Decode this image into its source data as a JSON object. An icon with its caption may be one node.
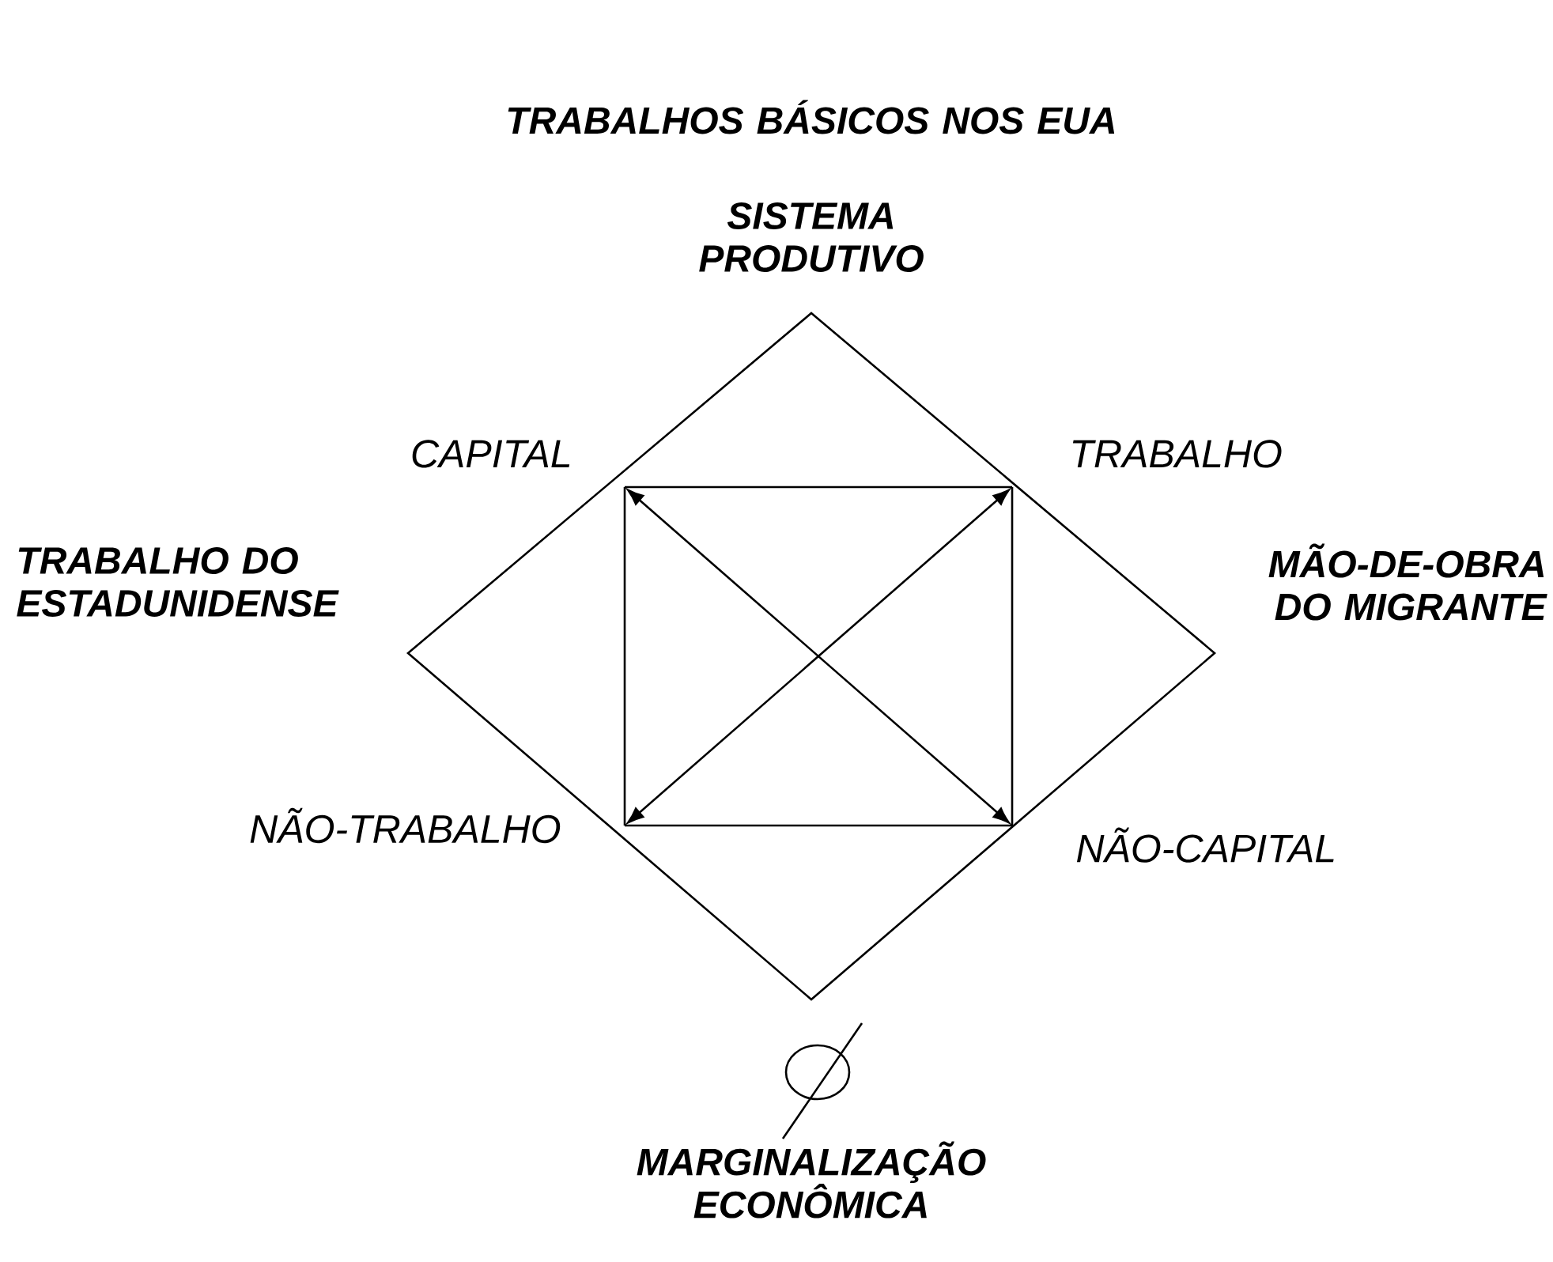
{
  "diagram": {
    "title": "TRABALHOS BÁSICOS NOS EUA",
    "nodes": [
      {
        "text": [
          "CAPITAL"
        ]
      },
      {
        "text": [
          "TRABALHO"
        ]
      },
      {
        "text": [
          "NÃO-TRABALHO"
        ]
      },
      {
        "text": [
          "NÃO-CAPITAL"
        ]
      }
    ],
    "edges": [
      {
        "from": 0,
        "to": 1,
        "arrow": "none"
      },
      {
        "from": 0,
        "to": 2,
        "arrow": "none"
      },
      {
        "from": 1,
        "to": 3,
        "arrow": "none"
      },
      {
        "from": 2,
        "to": 3,
        "arrow": "none"
      },
      {
        "from": 0,
        "to": 3,
        "arrow": "both"
      },
      {
        "from": 2,
        "to": 1,
        "arrow": "both"
      }
    ],
    "labels": [
      "SISTEMA PRODUTIVO",
      "TRABALHO DO ESTADUNIDENSE",
      "MÃO-DE-OBRA DO MIGRANTE",
      "MARGINALIZAÇÃO ECONÔMICA"
    ]
  }
}
